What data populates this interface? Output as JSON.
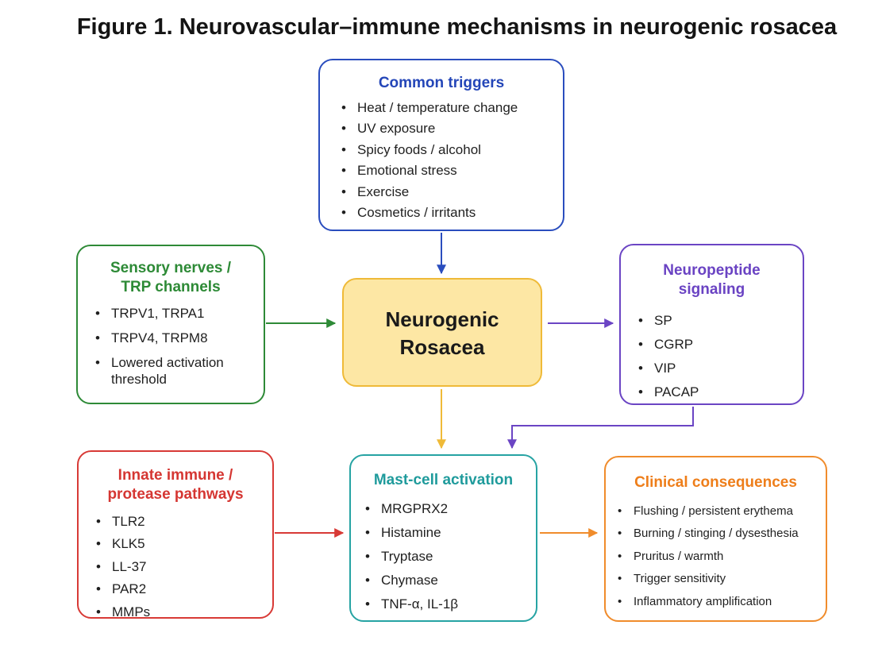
{
  "title": "Figure 1. Neurovascular–immune mechanisms in neurogenic rosacea",
  "center": {
    "line1": "Neurogenic",
    "line2": "Rosacea"
  },
  "triggers": {
    "heading": "Common triggers",
    "items": [
      "Heat / temperature change",
      "UV exposure",
      "Spicy foods / alcohol",
      "Emotional stress",
      "Exercise",
      "Cosmetics / irritants"
    ]
  },
  "sensory": {
    "heading_line1": "Sensory nerves /",
    "heading_line2": "TRP channels",
    "items": [
      "TRPV1, TRPA1",
      "TRPV4, TRPM8",
      "Lowered activation threshold"
    ]
  },
  "neuropeptide": {
    "heading_line1": "Neuropeptide",
    "heading_line2": "signaling",
    "items": [
      "SP",
      "CGRP",
      "VIP",
      "PACAP"
    ]
  },
  "innate": {
    "heading_line1": "Innate immune /",
    "heading_line2": "protease pathways",
    "items": [
      "TLR2",
      "KLK5",
      "LL-37",
      "PAR2",
      "MMPs"
    ]
  },
  "mast": {
    "heading": "Mast-cell activation",
    "items": [
      "MRGPRX2",
      "Histamine",
      "Tryptase",
      "Chymase",
      "TNF-α, IL-1β"
    ]
  },
  "clinical": {
    "heading": "Clinical consequences",
    "items": [
      "Flushing / persistent erythema",
      "Burning / stinging / dysesthesia",
      "Pruritus / warmth",
      "Trigger sensitivity",
      "Inflammatory amplification"
    ]
  },
  "colors": {
    "triggers": "#2a4dbe",
    "sensory": "#2e8a37",
    "center_fill": "#fde7a4",
    "center_border": "#efba38",
    "neuropeptide": "#6b45c4",
    "innate": "#d83a36",
    "mast": "#26a3a3",
    "clinical": "#f08c2c"
  }
}
